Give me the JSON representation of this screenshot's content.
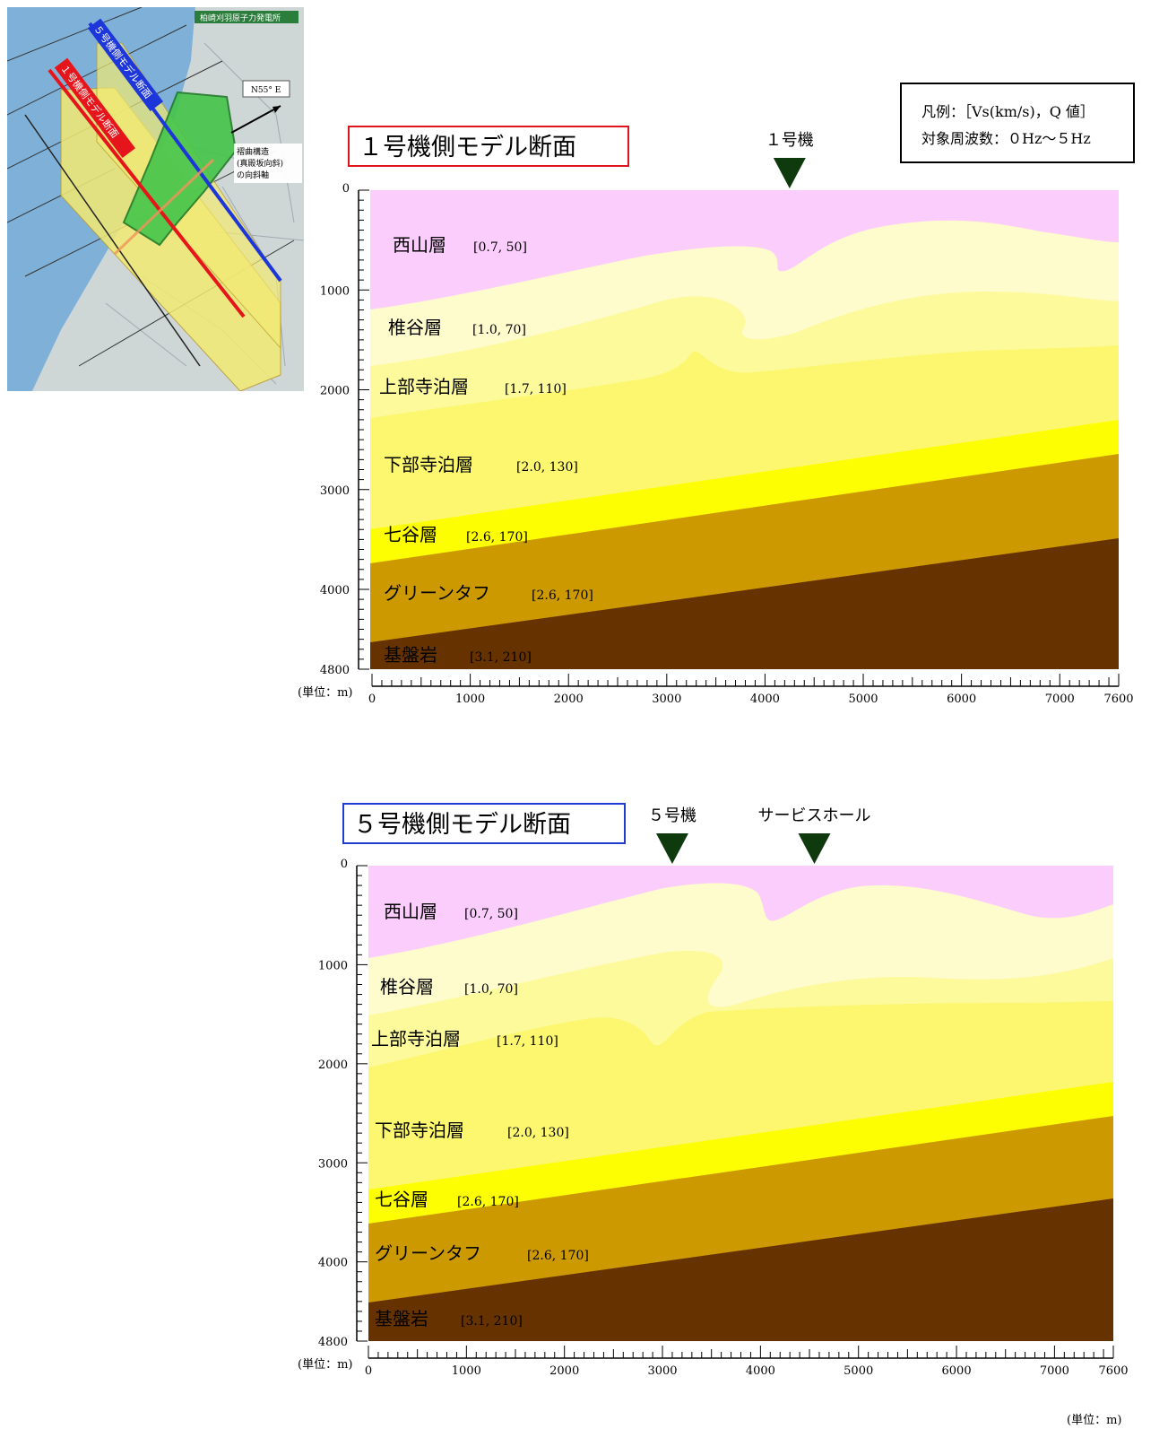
{
  "map": {
    "badge": "柏崎刈羽原子力発電所",
    "line5_label": "５号機側モデル断面",
    "line1_label": "１号機側モデル断面",
    "direction": "N55° E",
    "fold_label_1": "褶曲構造",
    "fold_label_2": "(真殿坂向斜)",
    "fold_label_3": "の向斜軸"
  },
  "legend": {
    "line1": "凡例：［Vs(km/s)，Q 値］",
    "line2": "対象周波数：０Hz〜５Hz"
  },
  "section1": {
    "title": "１号機側モデル断面",
    "title_color": "#e0141c",
    "markers": [
      {
        "label": "１号機",
        "x_m": 4250
      }
    ],
    "layers": [
      {
        "name": "西山層",
        "params": "[0.7, 50]",
        "color": "#fbcdfd"
      },
      {
        "name": "椎谷層",
        "params": "[1.0, 70]",
        "color": "#fefbcc"
      },
      {
        "name": "上部寺泊層",
        "params": "[1.7, 110]",
        "color": "#fdfa9c"
      },
      {
        "name": "下部寺泊層",
        "params": "[2.0, 130]",
        "color": "#fcf76f"
      },
      {
        "name": "七谷層",
        "params": "[2.6, 170]",
        "color": "#fefe03"
      },
      {
        "name": "グリーンタフ",
        "params": "[2.6, 170]",
        "color": "#cc9a00"
      },
      {
        "name": "基盤岩",
        "params": "[3.1, 210]",
        "color": "#663300"
      }
    ],
    "y_ticks": [
      "0",
      "1000",
      "2000",
      "3000",
      "4000",
      "4800"
    ],
    "x_ticks": [
      "0",
      "1000",
      "2000",
      "3000",
      "4000",
      "5000",
      "6000",
      "7000",
      "7600"
    ],
    "unit": "(単位：m)"
  },
  "section2": {
    "title": "５号機側モデル断面",
    "title_color": "#1f3bd1",
    "markers": [
      {
        "label": "５号機",
        "x_m": 3100
      },
      {
        "label": "サービスホール",
        "x_m": 4550
      }
    ],
    "layers": [
      {
        "name": "西山層",
        "params": "[0.7, 50]",
        "color": "#fbcdfd"
      },
      {
        "name": "椎谷層",
        "params": "[1.0, 70]",
        "color": "#fefbcc"
      },
      {
        "name": "上部寺泊層",
        "params": "[1.7, 110]",
        "color": "#fdfa9c"
      },
      {
        "name": "下部寺泊層",
        "params": "[2.0, 130]",
        "color": "#fcf76f"
      },
      {
        "name": "七谷層",
        "params": "[2.6, 170]",
        "color": "#fefe03"
      },
      {
        "name": "グリーンタフ",
        "params": "[2.6, 170]",
        "color": "#cc9a00"
      },
      {
        "name": "基盤岩",
        "params": "[3.1, 210]",
        "color": "#663300"
      }
    ],
    "y_ticks": [
      "0",
      "1000",
      "2000",
      "3000",
      "4000",
      "4800"
    ],
    "x_ticks": [
      "0",
      "1000",
      "2000",
      "3000",
      "4000",
      "5000",
      "6000",
      "7000",
      "7600"
    ],
    "unit_left": "(単位：m)",
    "unit_right": "(単位：m)"
  }
}
